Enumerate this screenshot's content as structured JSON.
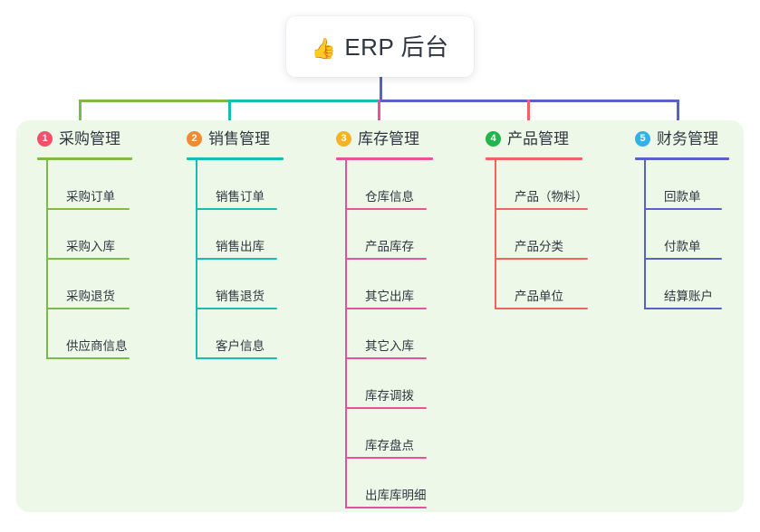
{
  "root": {
    "icon": "thumbs-up-icon",
    "icon_glyph": "👍",
    "title": "ERP 后台"
  },
  "palette": {
    "panel_background": "#eef8e8",
    "page_background": "#ffffff",
    "text": "#2f3640",
    "trunk": "#5661c9"
  },
  "columns": [
    {
      "index": "1",
      "badge_color": "#f4506a",
      "line_color": "#7cba4a",
      "title": "采购管理",
      "children": [
        {
          "label": "采购订单"
        },
        {
          "label": "采购入库"
        },
        {
          "label": "采购退货"
        },
        {
          "label": "供应商信息"
        }
      ]
    },
    {
      "index": "2",
      "badge_color": "#f08a33",
      "line_color": "#14bfb0",
      "title": "销售管理",
      "children": [
        {
          "label": "销售订单"
        },
        {
          "label": "销售出库"
        },
        {
          "label": "销售退货"
        },
        {
          "label": "客户信息"
        }
      ]
    },
    {
      "index": "3",
      "badge_color": "#f5b324",
      "line_color": "#e8519b",
      "title": "库存管理",
      "children": [
        {
          "label": "仓库信息"
        },
        {
          "label": "产品库存"
        },
        {
          "label": "其它出库"
        },
        {
          "label": "其它入库"
        },
        {
          "label": "库存调拨"
        },
        {
          "label": "库存盘点"
        },
        {
          "label": "出库库明细"
        }
      ]
    },
    {
      "index": "4",
      "badge_color": "#24b44c",
      "line_color": "#f4625f",
      "title": "产品管理",
      "children": [
        {
          "label": "产品（物料）"
        },
        {
          "label": "产品分类"
        },
        {
          "label": "产品单位"
        }
      ]
    },
    {
      "index": "5",
      "badge_color": "#33b0e8",
      "line_color": "#5661c9",
      "title": "财务管理",
      "children": [
        {
          "label": "回款单"
        },
        {
          "label": "付款单"
        },
        {
          "label": "结算账户"
        }
      ]
    }
  ]
}
